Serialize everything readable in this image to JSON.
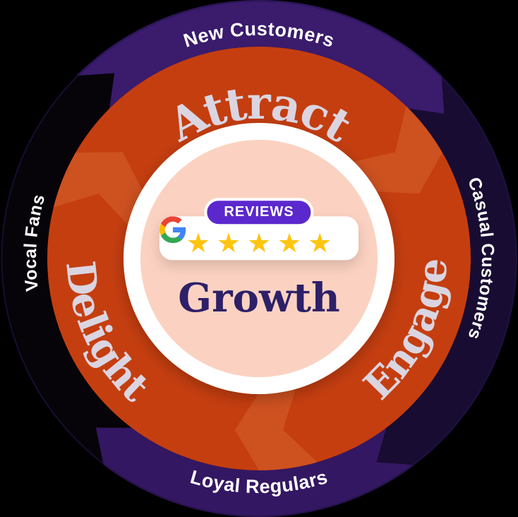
{
  "flywheel": {
    "center": {
      "badge_label": "REVIEWS",
      "heading": "Growth",
      "stars": "★★★★★",
      "star_count": 5,
      "logo_icon": "google-g-icon"
    },
    "inner_ring": {
      "segments": [
        {
          "label": "Attract"
        },
        {
          "label": "Engage"
        },
        {
          "label": "Delight"
        }
      ]
    },
    "outer_ring": {
      "segments": [
        {
          "label": "New Customers"
        },
        {
          "label": "Casual Customers"
        },
        {
          "label": "Loyal Regulars"
        },
        {
          "label": "Vocal Fans"
        }
      ]
    },
    "colors": {
      "background": "#000000",
      "outer_top_purple": "#3A1B6C",
      "outer_right_navy": "#190C32",
      "outer_bottom_purple": "#341762",
      "outer_left_black": "#060409",
      "ring_orange": "#C53E10",
      "ring_orange_light": "#CE5120",
      "inner_label_lavender": "#DAD5E1",
      "outer_label_white": "#FFFFFF",
      "center_peach": "#FBD2C1",
      "badge_purple": "#5B28CE",
      "growth_purple": "#2D2068",
      "star_gold": "#FFC40E"
    }
  }
}
